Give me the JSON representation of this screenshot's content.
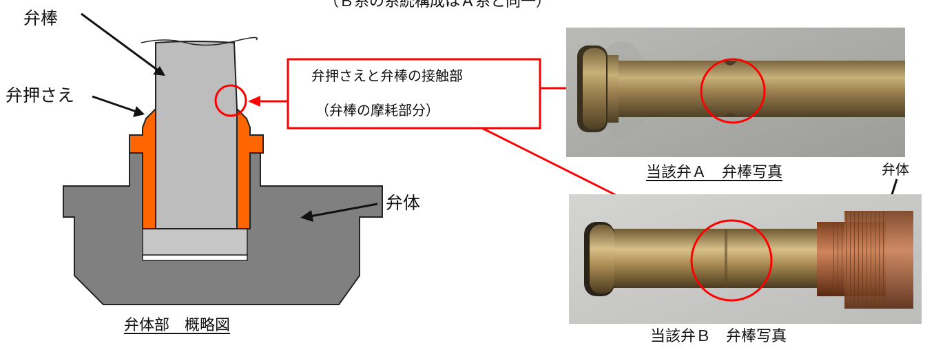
{
  "top_note": "（Ｂ系の系統構成はＡ系と同一）",
  "labels": {
    "valve_stem": "弁棒",
    "valve_retainer": "弁押さえ",
    "valve_body": "弁体",
    "contact_title": "弁押さえと弁棒の接触部",
    "contact_sub": "（弁棒の摩耗部分）",
    "photo_body_label": "弁体"
  },
  "captions": {
    "diagram": "弁体部　概略図",
    "photo_a": "当該弁Ａ　弁棒写真",
    "photo_b": "当該弁Ｂ　弁棒写真"
  },
  "colors": {
    "body_gray": "#808080",
    "stem_gray": "#bdbdbd",
    "retainer_orange": "#ff6600",
    "highlight_red": "#ff0000"
  }
}
